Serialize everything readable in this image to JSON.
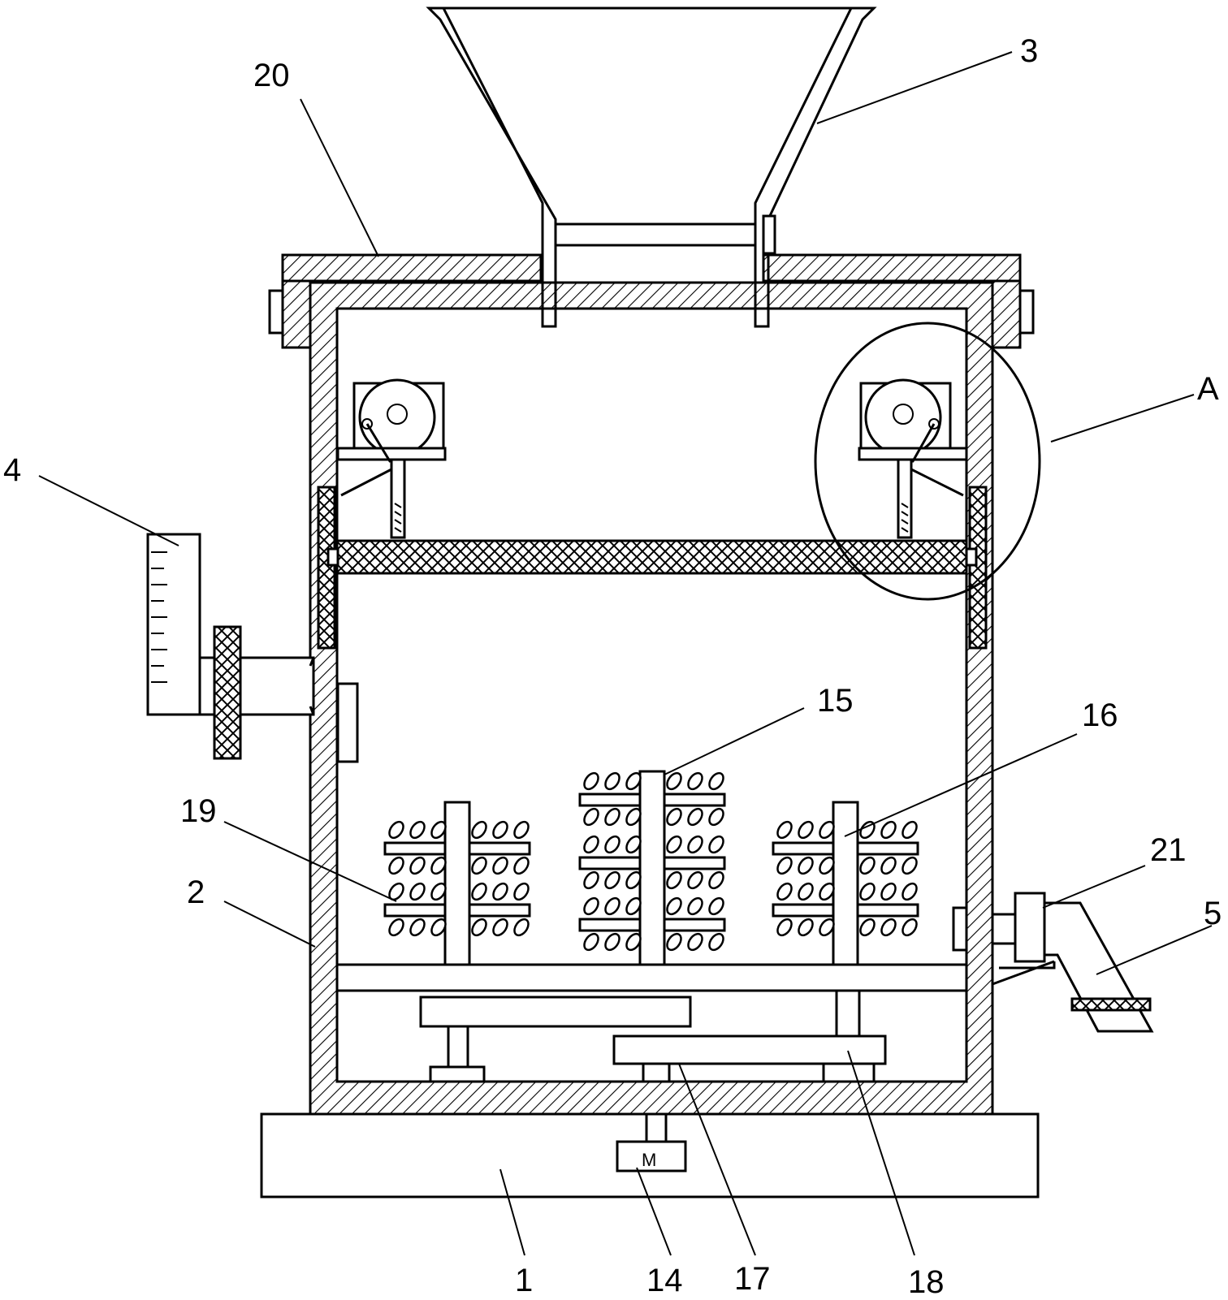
{
  "diagram": {
    "callouts": [
      {
        "id": "20",
        "text": "20"
      },
      {
        "id": "3",
        "text": "3"
      },
      {
        "id": "A",
        "text": "A"
      },
      {
        "id": "4",
        "text": "4"
      },
      {
        "id": "15",
        "text": "15"
      },
      {
        "id": "16",
        "text": "16"
      },
      {
        "id": "19",
        "text": "19"
      },
      {
        "id": "21",
        "text": "21"
      },
      {
        "id": "2",
        "text": "2"
      },
      {
        "id": "5",
        "text": "5"
      },
      {
        "id": "1",
        "text": "1"
      },
      {
        "id": "14",
        "text": "14"
      },
      {
        "id": "17",
        "text": "17"
      },
      {
        "id": "18",
        "text": "18"
      }
    ],
    "motor_label": "M"
  }
}
